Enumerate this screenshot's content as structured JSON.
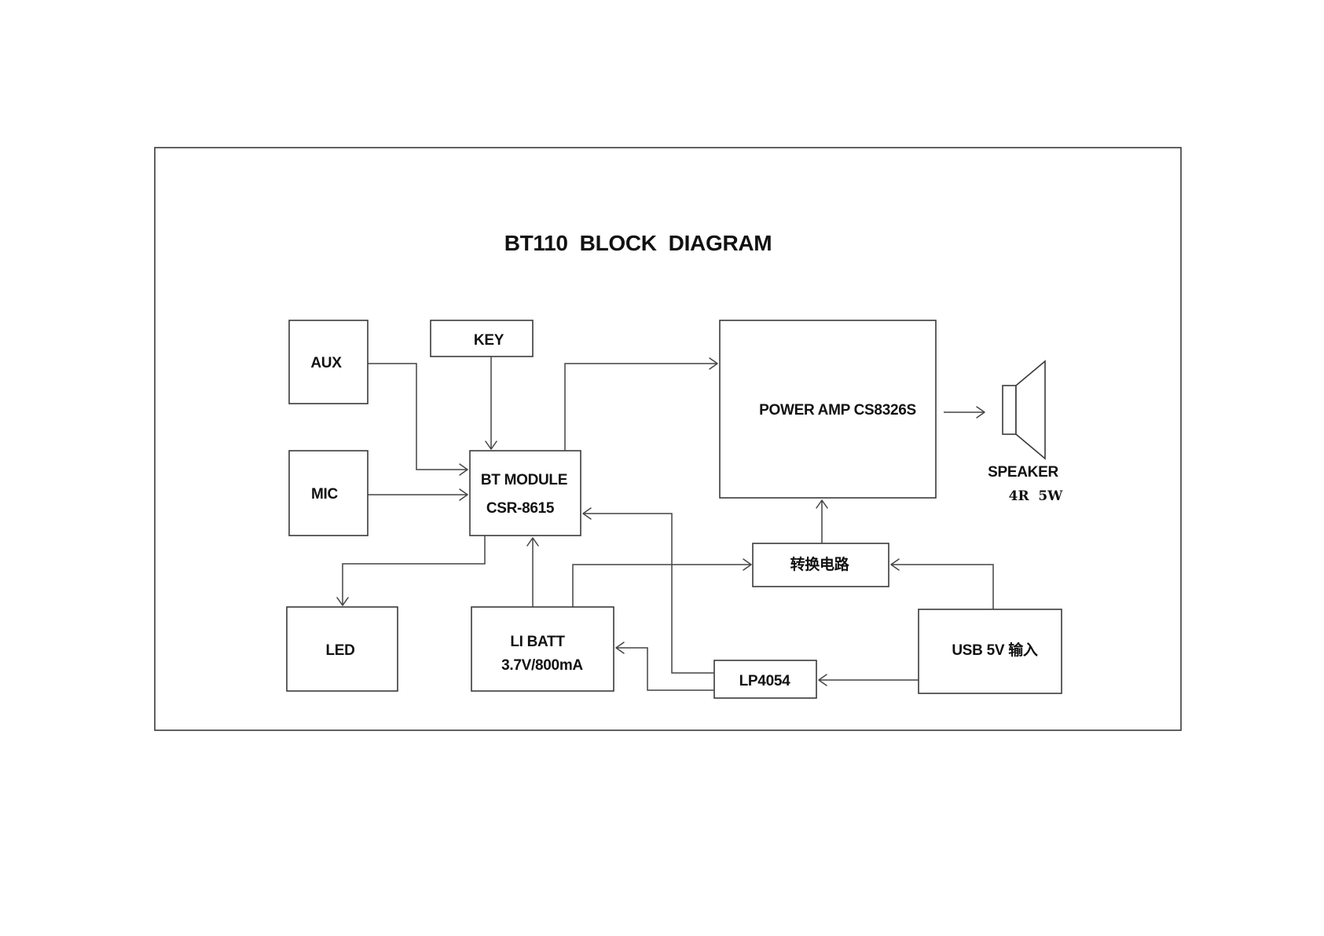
{
  "title": "BT110  BLOCK  DIAGRAM",
  "blocks": {
    "aux": "AUX",
    "key": "KEY",
    "mic": "MIC",
    "bt_module": {
      "line1": "BT MODULE",
      "line2": "CSR-8615"
    },
    "power_amp": "POWER AMP CS8326S",
    "converter": "转换电路",
    "led": "LED",
    "battery": {
      "line1": "LI BATT",
      "line2": "3.7V/800mA"
    },
    "charger": "LP4054",
    "usb": "USB 5V 输入"
  },
  "speaker": {
    "label": "SPEAKER",
    "spec": "4R  5W"
  }
}
